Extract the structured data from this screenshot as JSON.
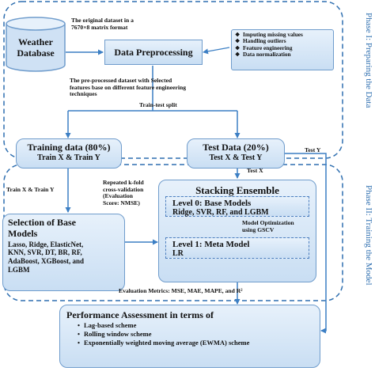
{
  "colors": {
    "box_fill": "#dce9f7",
    "box_border": "#6f9ccc",
    "phase_border": "#2f6fb0",
    "arrow": "#3c7fc4"
  },
  "weather_db": {
    "label_line1": "Weather",
    "label_line2": "Database"
  },
  "dataset_note": {
    "line1": "The original dataset in a",
    "line2": "7670×8 matrix format"
  },
  "preprocessing": {
    "title": "Data Preprocessing"
  },
  "preprocessing_steps": [
    "Imputing missing values",
    "Handling outliers",
    "Feature engineering",
    "Data normalization"
  ],
  "preprocessed_note": {
    "line1": "The pre-processed dataset with Selected",
    "line2": "features base on different feature engineering",
    "line3": "techniques"
  },
  "split_label": "Train-test split",
  "training": {
    "title": "Training data (80%)",
    "sub": "Train X & Train Y"
  },
  "test": {
    "title": "Test Data (20%)",
    "sub": "Test X & Test Y"
  },
  "test_y_label": "Test Y",
  "test_x_label": "Test X",
  "train_xy_label": "Train X & Train Y",
  "cv_note": {
    "line1": "Repeated k-fold",
    "line2": "cross-validation",
    "line3": "(Evaluation",
    "line4": "Score: NMSE)"
  },
  "base_models": {
    "title_line1": "Selection of Base",
    "title_line2": "Models",
    "line1": "Lasso, Ridge, ElasticNet,",
    "line2": "KNN, SVR, DT, BR, RF,",
    "line3": "AdaBoost, XGBoost, and",
    "line4": "LGBM"
  },
  "stacking": {
    "title": "Stacking Ensemble"
  },
  "level0": {
    "title": "Level 0: Base Models",
    "sub": "Ridge, SVR, RF, and LGBM"
  },
  "optimization_note": {
    "line1": "Model Optimization",
    "line2": "using GSCV"
  },
  "level1": {
    "title": "Level 1: Meta Model",
    "sub": "LR"
  },
  "metrics_note": "Evaluation Metrics: MSE, MAE, MAPE, and R²",
  "performance": {
    "title": "Performance Assessment in terms of",
    "items": [
      "Lag-based scheme",
      "Rolling window scheme",
      "Exponentially weighted moving average (EWMA) scheme"
    ]
  },
  "phase1": "Phase I: Preparing the Data",
  "phase2": "Phase II: Training the Model"
}
